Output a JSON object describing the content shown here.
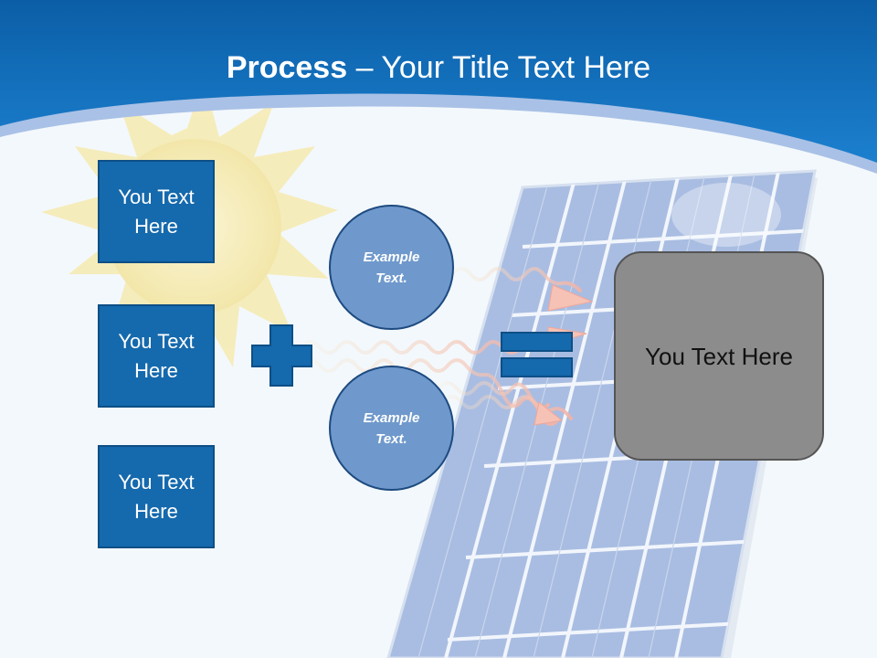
{
  "title": {
    "bold": "Process",
    "rest": "– Your Title Text Here"
  },
  "left_boxes": [
    {
      "label": "You Text Here"
    },
    {
      "label": "You Text Here"
    },
    {
      "label": "You Text Here"
    }
  ],
  "circles": [
    {
      "label": "Example Text."
    },
    {
      "label": "Example Text."
    }
  ],
  "result": {
    "label": "You Text Here"
  },
  "colors": {
    "header_blue": "#1569ad",
    "box_blue": "#1569ad",
    "circle_fill": "#6f99cc",
    "result_gray": "#8c8c8c",
    "sun_yellow": "#f7eeb4",
    "panel_blue": "#a9bde2"
  },
  "icons": {
    "plus": "plus-icon",
    "equals": "equals-icon",
    "sun": "sun-illustration",
    "panel": "solar-panel-illustration"
  }
}
